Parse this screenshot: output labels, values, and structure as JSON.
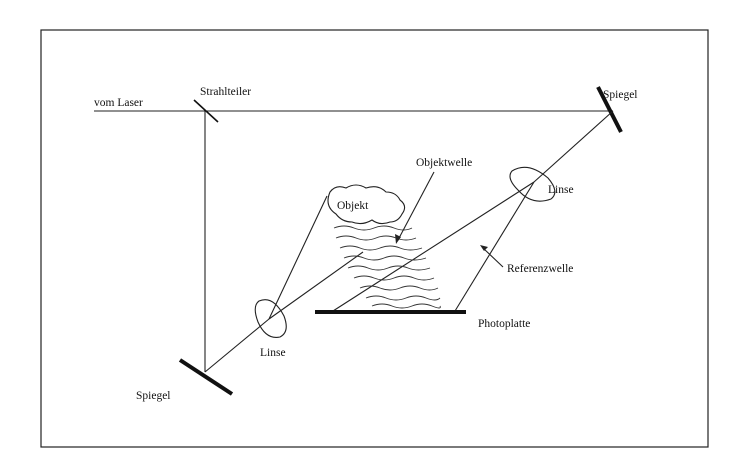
{
  "labels": {
    "laser": "vom Laser",
    "beamsplitter": "Strahlteiler",
    "mirror_top": "Spiegel",
    "mirror_bottom": "Spiegel",
    "object_wave": "Objektwelle",
    "lens_right": "Linse",
    "lens_left": "Linse",
    "object": "Objekt",
    "reference_wave": "Referenzwelle",
    "photoplate": "Photoplatte"
  }
}
